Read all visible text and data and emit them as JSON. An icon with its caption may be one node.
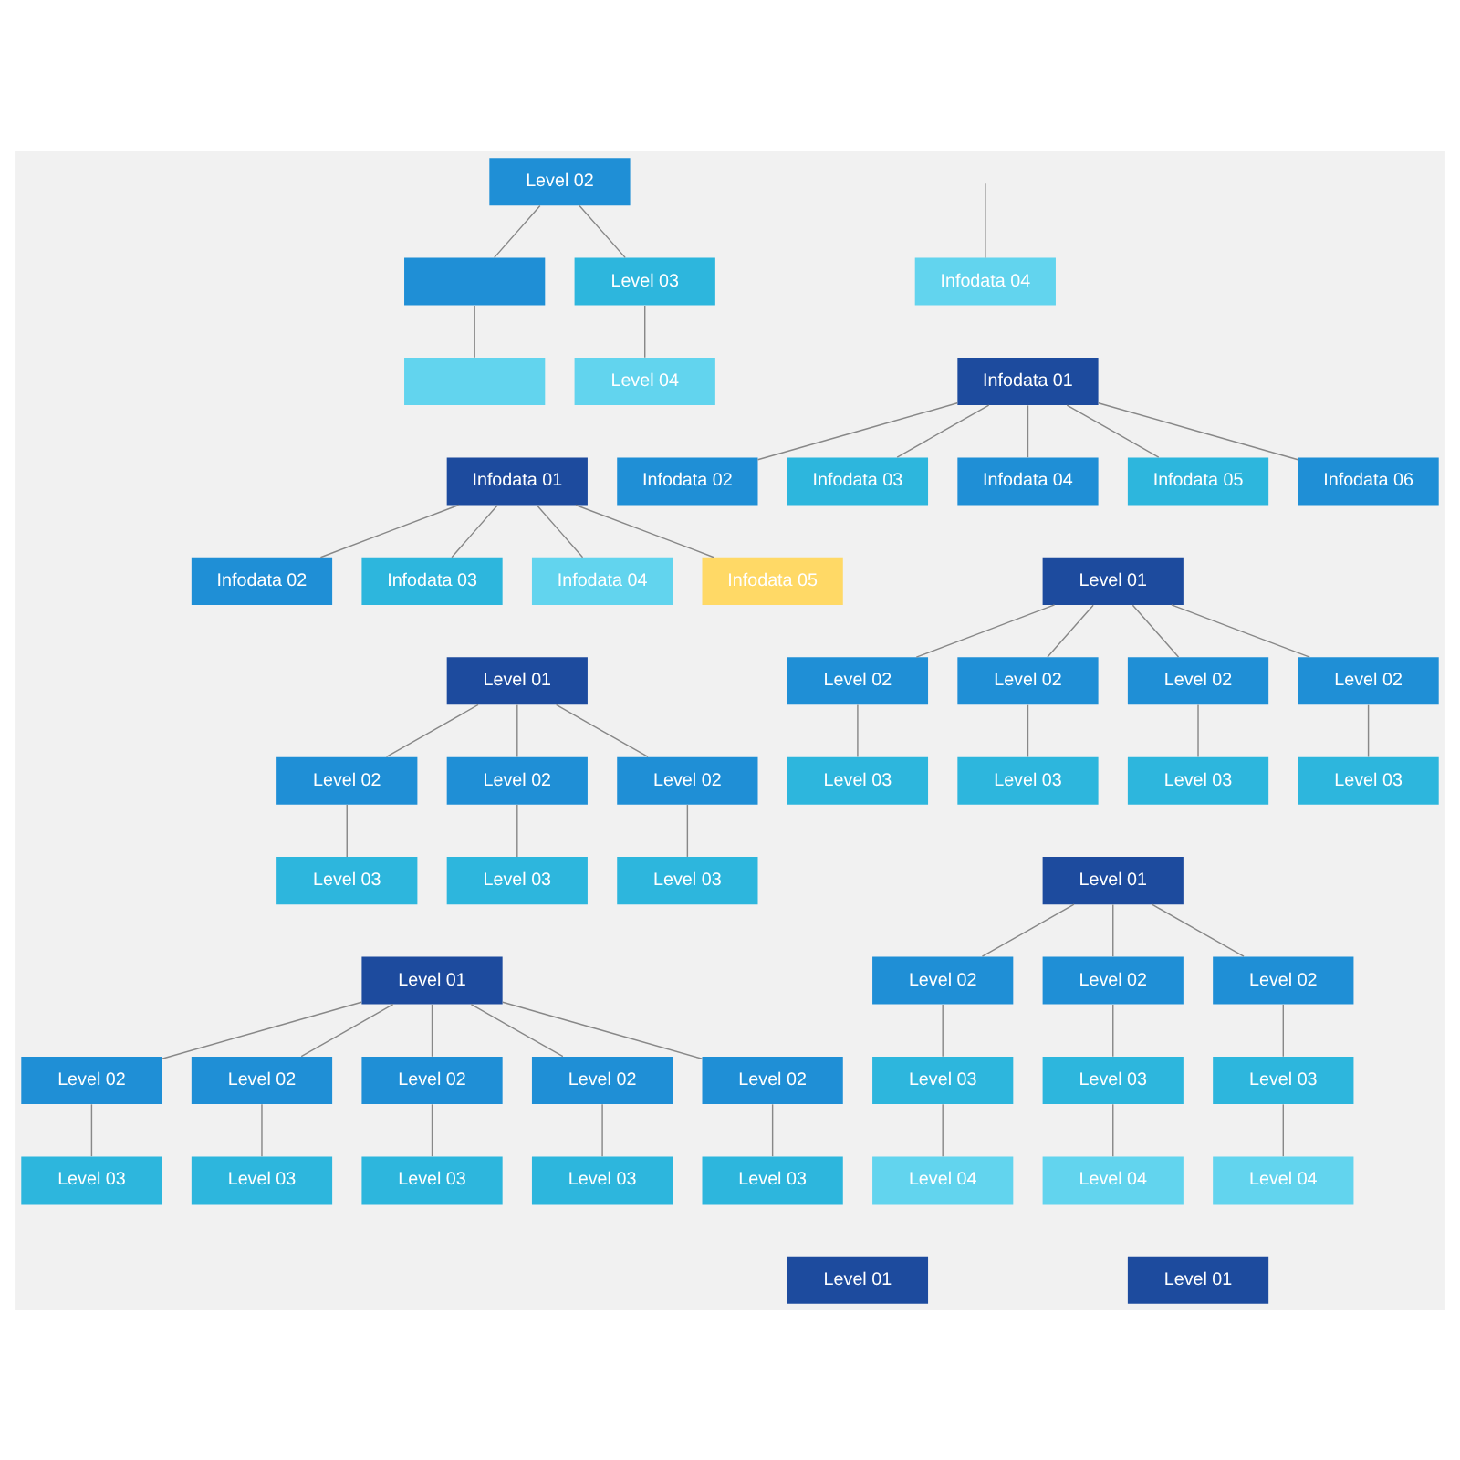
{
  "diagram": {
    "nodes": [
      {
        "text": [],
        "shape": "box"
      },
      {
        "text": [],
        "shape": "box"
      },
      {
        "text": [
          "Level 02"
        ]
      },
      {
        "text": [
          "Level 03"
        ]
      },
      {
        "text": [
          "Level 04"
        ]
      },
      {
        "text": [
          "Infodata 04"
        ]
      },
      {
        "text": [
          "Infodata 01"
        ]
      },
      {
        "text": [
          "Infodata 02"
        ]
      },
      {
        "text": [
          "Infodata 03"
        ]
      },
      {
        "text": [
          "Infodata 04"
        ]
      },
      {
        "text": [
          "Infodata 05"
        ]
      },
      {
        "text": [
          "Infodata 01"
        ]
      },
      {
        "text": [
          "Infodata 02"
        ]
      },
      {
        "text": [
          "Infodata 03"
        ]
      },
      {
        "text": [
          "Infodata 04"
        ]
      },
      {
        "text": [
          "Infodata 05"
        ]
      },
      {
        "text": [
          "Infodata 06"
        ]
      },
      {
        "text": [
          "Level 01"
        ]
      },
      {
        "text": [
          "Level 02"
        ]
      },
      {
        "text": [
          "Level 02"
        ]
      },
      {
        "text": [
          "Level 02"
        ]
      },
      {
        "text": [
          "Level 03"
        ]
      },
      {
        "text": [
          "Level 03"
        ]
      },
      {
        "text": [
          "Level 03"
        ]
      },
      {
        "text": [
          "Level 01"
        ]
      },
      {
        "text": [
          "Level 02"
        ]
      },
      {
        "text": [
          "Level 02"
        ]
      },
      {
        "text": [
          "Level 02"
        ]
      },
      {
        "text": [
          "Level 02"
        ]
      },
      {
        "text": [
          "Level 03"
        ]
      },
      {
        "text": [
          "Level 03"
        ]
      },
      {
        "text": [
          "Level 03"
        ]
      },
      {
        "text": [
          "Level 03"
        ]
      },
      {
        "text": [
          "Level 01"
        ]
      },
      {
        "text": [
          "Level 02"
        ]
      },
      {
        "text": [
          "Level 02"
        ]
      },
      {
        "text": [
          "Level 02"
        ]
      },
      {
        "text": [
          "Level 02"
        ]
      },
      {
        "text": [
          "Level 02"
        ]
      },
      {
        "text": [
          "Level 03"
        ]
      },
      {
        "text": [
          "Level 03"
        ]
      },
      {
        "text": [
          "Level 03"
        ]
      },
      {
        "text": [
          "Level 03"
        ]
      },
      {
        "text": [
          "Level 03"
        ]
      },
      {
        "text": [
          "Level 01"
        ]
      },
      {
        "text": [
          "Level 02"
        ]
      },
      {
        "text": [
          "Level 02"
        ]
      },
      {
        "text": [
          "Level 02"
        ]
      },
      {
        "text": [
          "Level 03"
        ]
      },
      {
        "text": [
          "Level 03"
        ]
      },
      {
        "text": [
          "Level 03"
        ]
      },
      {
        "text": [
          "Level 04"
        ]
      },
      {
        "text": [
          "Level 04"
        ]
      },
      {
        "text": [
          "Level 04"
        ]
      },
      {
        "text": [
          "Level 01"
        ]
      },
      {
        "text": [
          "Level 01"
        ]
      }
    ],
    "edges": [
      {
        "from": 2,
        "to": 0,
        "arrow": "none"
      },
      {
        "from": 0,
        "to": 1,
        "arrow": "none"
      },
      {
        "from": 2,
        "to": 3,
        "arrow": "none"
      },
      {
        "from": 3,
        "to": 4,
        "arrow": "none"
      },
      {
        "from": null,
        "to": 5,
        "arrow": "none"
      },
      {
        "from": 6,
        "to": 7,
        "arrow": "none"
      },
      {
        "from": 6,
        "to": 8,
        "arrow": "none"
      },
      {
        "from": 6,
        "to": 9,
        "arrow": "none"
      },
      {
        "from": 6,
        "to": 10,
        "arrow": "none"
      },
      {
        "from": 11,
        "to": 12,
        "arrow": "none"
      },
      {
        "from": 11,
        "to": 13,
        "arrow": "none"
      },
      {
        "from": 11,
        "to": 14,
        "arrow": "none"
      },
      {
        "from": 11,
        "to": 15,
        "arrow": "none"
      },
      {
        "from": 11,
        "to": 16,
        "arrow": "none"
      },
      {
        "from": 17,
        "to": 18,
        "arrow": "none"
      },
      {
        "from": 17,
        "to": 19,
        "arrow": "none"
      },
      {
        "from": 17,
        "to": 20,
        "arrow": "none"
      },
      {
        "from": 18,
        "to": 21,
        "arrow": "none"
      },
      {
        "from": 19,
        "to": 22,
        "arrow": "none"
      },
      {
        "from": 20,
        "to": 23,
        "arrow": "none"
      },
      {
        "from": 24,
        "to": 25,
        "arrow": "none"
      },
      {
        "from": 24,
        "to": 26,
        "arrow": "none"
      },
      {
        "from": 24,
        "to": 27,
        "arrow": "none"
      },
      {
        "from": 24,
        "to": 28,
        "arrow": "none"
      },
      {
        "from": 25,
        "to": 29,
        "arrow": "none"
      },
      {
        "from": 26,
        "to": 30,
        "arrow": "none"
      },
      {
        "from": 27,
        "to": 31,
        "arrow": "none"
      },
      {
        "from": 28,
        "to": 32,
        "arrow": "none"
      },
      {
        "from": 33,
        "to": 34,
        "arrow": "none"
      },
      {
        "from": 33,
        "to": 35,
        "arrow": "none"
      },
      {
        "from": 33,
        "to": 36,
        "arrow": "none"
      },
      {
        "from": 33,
        "to": 37,
        "arrow": "none"
      },
      {
        "from": 33,
        "to": 38,
        "arrow": "none"
      },
      {
        "from": 34,
        "to": 39,
        "arrow": "none"
      },
      {
        "from": 35,
        "to": 40,
        "arrow": "none"
      },
      {
        "from": 36,
        "to": 41,
        "arrow": "none"
      },
      {
        "from": 37,
        "to": 42,
        "arrow": "none"
      },
      {
        "from": 38,
        "to": 43,
        "arrow": "none"
      },
      {
        "from": 44,
        "to": 45,
        "arrow": "none"
      },
      {
        "from": 44,
        "to": 46,
        "arrow": "none"
      },
      {
        "from": 44,
        "to": 47,
        "arrow": "none"
      },
      {
        "from": 45,
        "to": 48,
        "arrow": "none"
      },
      {
        "from": 46,
        "to": 49,
        "arrow": "none"
      },
      {
        "from": 47,
        "to": 50,
        "arrow": "none"
      },
      {
        "from": 48,
        "to": 51,
        "arrow": "none"
      },
      {
        "from": 49,
        "to": 52,
        "arrow": "none"
      },
      {
        "from": 50,
        "to": 53,
        "arrow": "none"
      }
    ]
  }
}
